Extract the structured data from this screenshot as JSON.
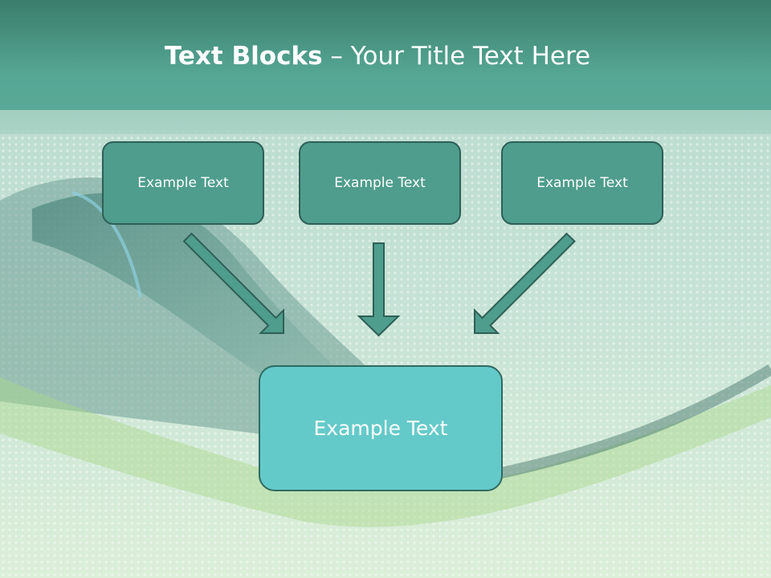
{
  "slide": {
    "title_bold": "Text Blocks",
    "title_rest": " – Your Title Text Here"
  },
  "blocks": [
    {
      "text": "Example Text"
    },
    {
      "text": "Example Text"
    },
    {
      "text": "Example Text"
    }
  ],
  "target_block": {
    "text": "Example Text"
  },
  "colors": {
    "header": "#56a895",
    "block_fill": "#4f9d8c",
    "target_fill": "#64cac9",
    "outline": "#2e5f56"
  }
}
